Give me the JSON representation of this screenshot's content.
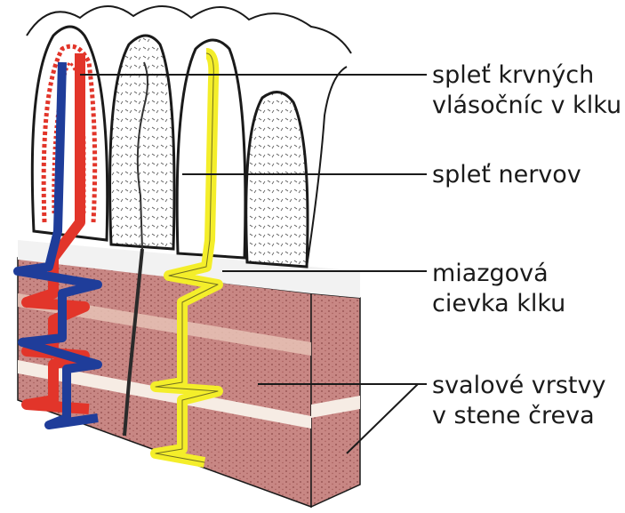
{
  "colors": {
    "artery": "#e2352a",
    "vein": "#1f3d9a",
    "lymph": "#f4ee2a",
    "muscle": "#c88784",
    "muscle_band": "#e6c2b5",
    "outline": "#1a1a1a"
  },
  "labels": [
    {
      "id": "capillaries",
      "lines": [
        "spleť krvných",
        "vlásočníc v klku"
      ]
    },
    {
      "id": "nerves",
      "lines": [
        "spleť nervov"
      ]
    },
    {
      "id": "lacteal",
      "lines": [
        "miazgová",
        "cievka klku"
      ]
    },
    {
      "id": "muscle",
      "lines": [
        "svalové vrstvy",
        "v stene čreva"
      ]
    }
  ]
}
